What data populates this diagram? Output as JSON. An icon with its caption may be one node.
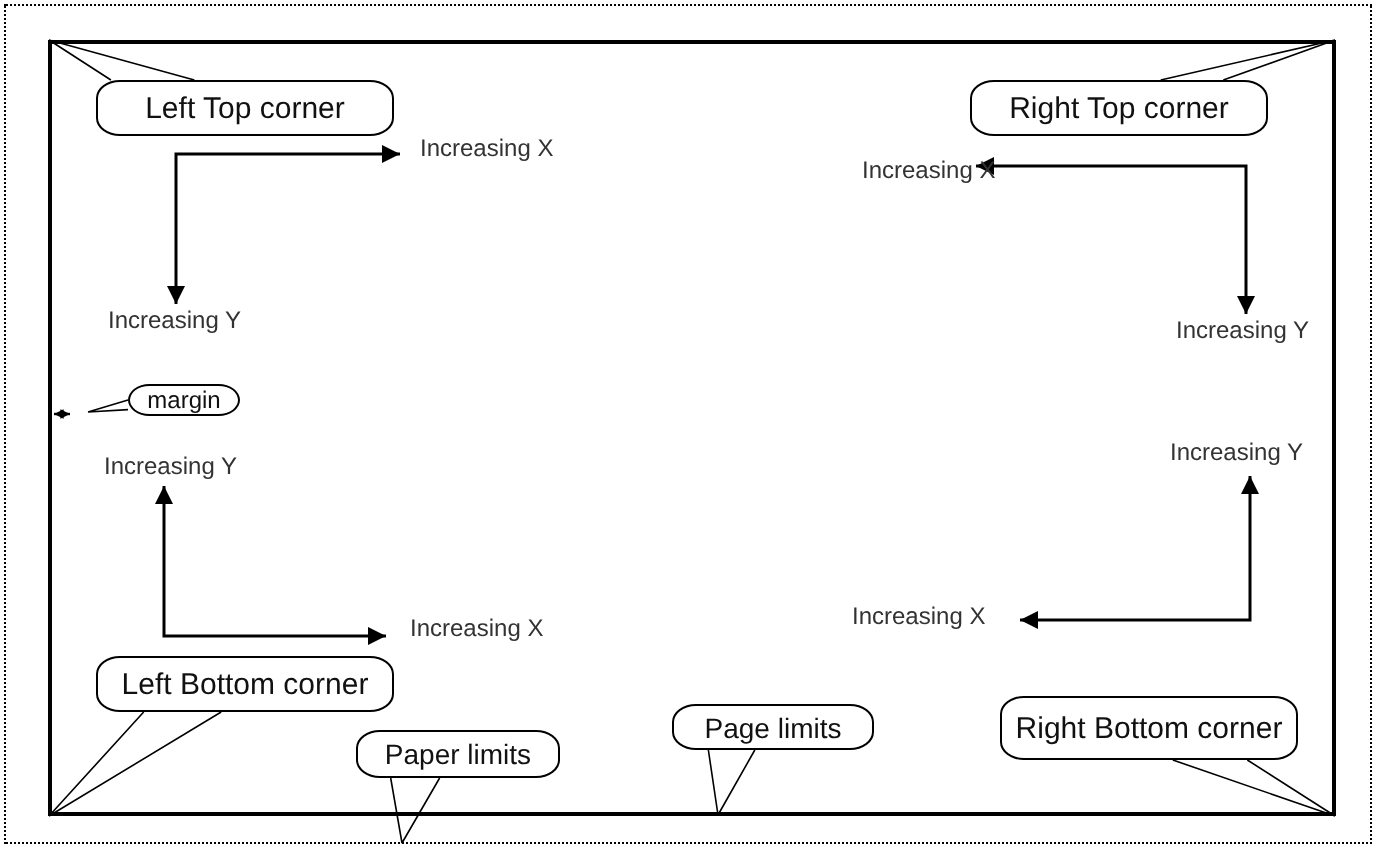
{
  "diagram": {
    "nodes": [
      {
        "text": [],
        "shape": "box"
      },
      {
        "text": [],
        "shape": "box",
        "in": 0
      },
      {
        "text": [
          "Left Top corner"
        ],
        "in": 1
      },
      {
        "text": [
          "Right Top corner"
        ],
        "in": 1
      },
      {
        "text": [
          "margin"
        ],
        "in": 1
      },
      {
        "text": [
          "Left Bottom corner"
        ],
        "in": 1
      },
      {
        "text": [
          "Paper limits"
        ],
        "in": 1
      },
      {
        "text": [
          "Page limits"
        ],
        "in": 1
      },
      {
        "text": [
          "Right Bottom corner"
        ],
        "in": 1
      }
    ],
    "edges": [
      {
        "from": 2,
        "to": 1,
        "arrow": "none"
      },
      {
        "from": 3,
        "to": 1,
        "arrow": "none"
      },
      {
        "from": 4,
        "to": null,
        "arrow": "none"
      },
      {
        "from": 5,
        "to": 1,
        "arrow": "none"
      },
      {
        "from": 6,
        "to": 0,
        "arrow": "none"
      },
      {
        "from": 7,
        "to": 1,
        "arrow": "none"
      },
      {
        "from": 8,
        "to": 1,
        "arrow": "none"
      }
    ],
    "labels": [
      "Increasing X",
      "Increasing X",
      "Increasing Y",
      "Increasing Y",
      "Increasing Y",
      "Increasing Y",
      "Increasing X",
      "Increasing X"
    ]
  }
}
